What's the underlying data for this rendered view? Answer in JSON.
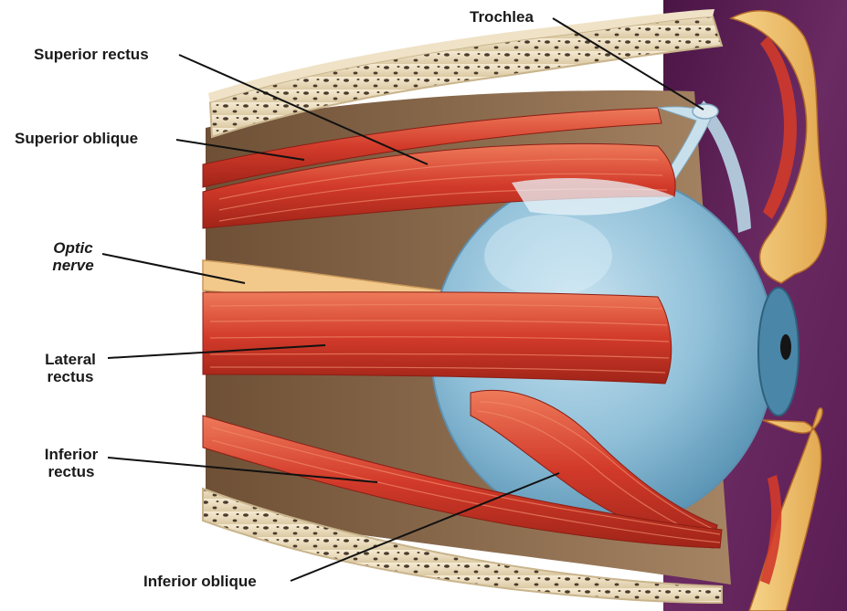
{
  "labels": {
    "trochlea": "Trochlea",
    "superior_rectus": "Superior rectus",
    "superior_oblique": "Superior oblique",
    "optic_nerve": [
      "Optic",
      "nerve"
    ],
    "lateral_rectus": [
      "Lateral",
      "rectus"
    ],
    "inferior_rectus": [
      "Inferior",
      "rectus"
    ],
    "inferior_oblique": "Inferior oblique"
  },
  "colors": {
    "background_panel": "#5b1e52",
    "muscle": "#d23a2a",
    "muscle_highlight": "#ee7a5a",
    "eyeball": "#8fbfd8",
    "bone": "#efe2c6",
    "fat": "#f0c070",
    "orbit_interior": "#8a6a4c"
  }
}
